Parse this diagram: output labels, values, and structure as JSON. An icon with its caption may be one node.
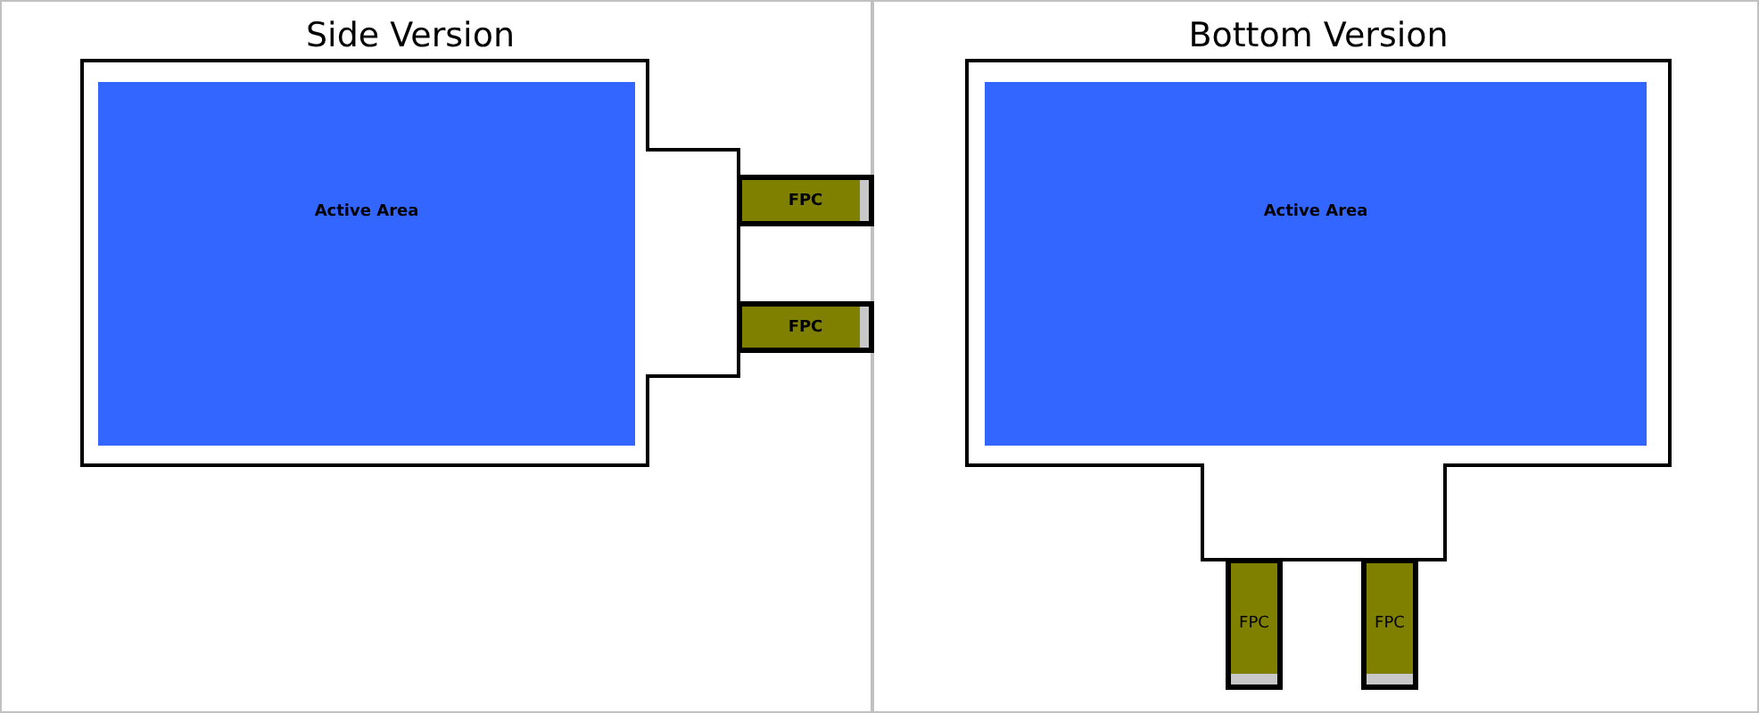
{
  "diagram": {
    "nodes": [
      {
        "text": [
          "Side Version"
        ]
      },
      {
        "text": [
          "Active Area"
        ],
        "in": 0
      },
      {
        "text": [
          "FPC"
        ]
      },
      {
        "text": [
          "FPC"
        ]
      },
      {
        "text": [
          "Bottom Version"
        ]
      },
      {
        "text": [
          "Active Area"
        ],
        "in": 4
      },
      {
        "text": [
          "FPC"
        ]
      },
      {
        "text": [
          "FPC"
        ]
      }
    ]
  }
}
